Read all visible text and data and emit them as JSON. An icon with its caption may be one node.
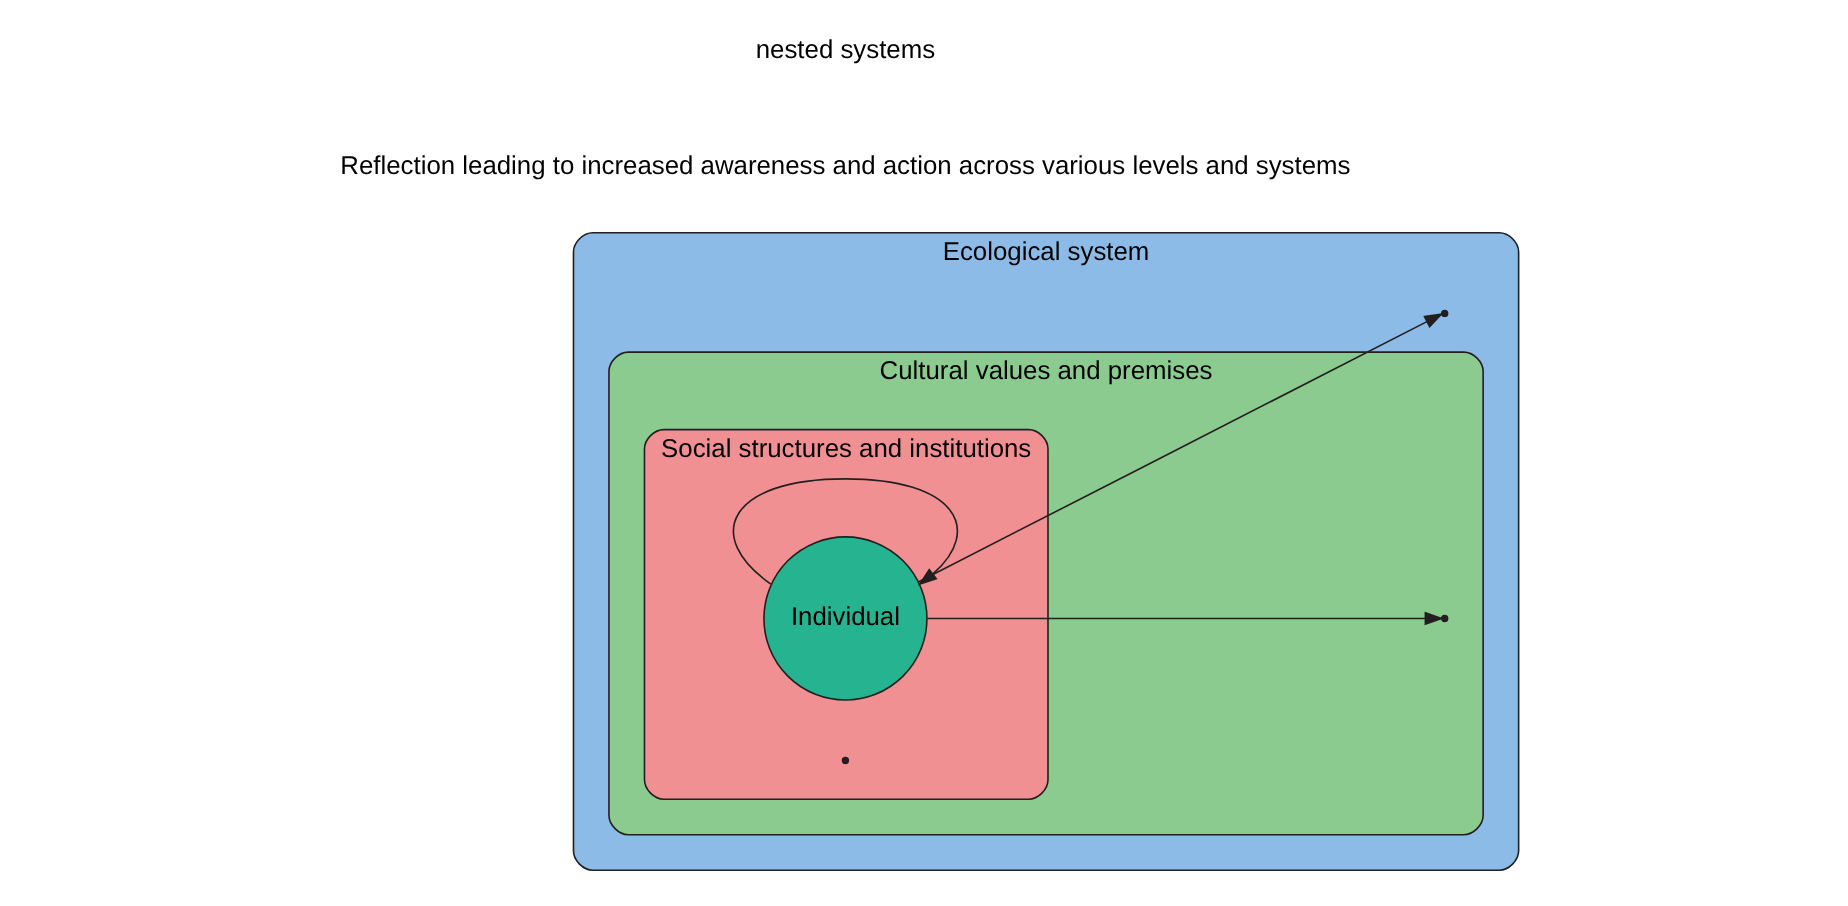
{
  "diagram": {
    "nodes": [
      {
        "text": [
          "Ecological system"
        ]
      },
      {
        "text": [
          "Cultural values and premises"
        ],
        "in": 0
      },
      {
        "text": [
          "Social structures and institutions"
        ],
        "in": 1
      },
      {
        "text": [
          "Individual"
        ],
        "in": 2
      }
    ],
    "edges": [
      {
        "from": 3,
        "to": 3,
        "arrow": "to"
      },
      {
        "from": 3,
        "to": 1,
        "arrow": "to"
      },
      {
        "from": 3,
        "to": 0,
        "arrow": "to"
      }
    ],
    "labels": [
      "Reflection leading to increased awareness and action across various levels and systems",
      "nested systems"
    ]
  }
}
